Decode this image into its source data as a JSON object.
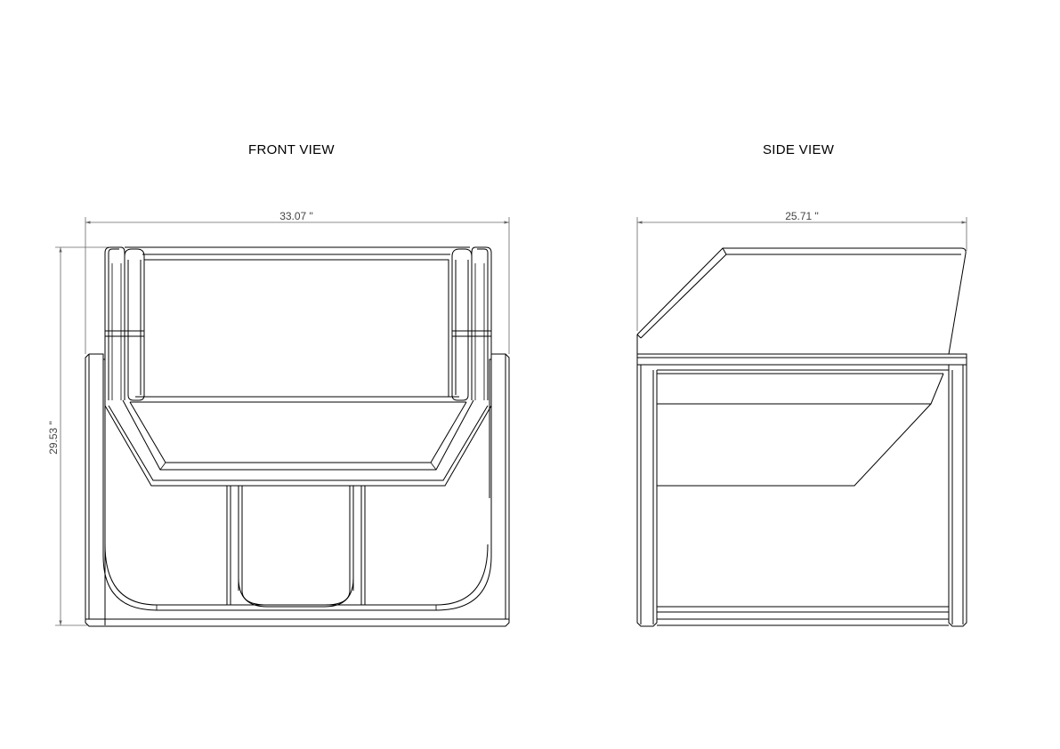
{
  "views": {
    "front": {
      "title": "FRONT VIEW",
      "width_dim": "33.07 \"",
      "height_dim": "29.53 \""
    },
    "side": {
      "title": "SIDE VIEW",
      "width_dim": "25.71 \""
    }
  }
}
